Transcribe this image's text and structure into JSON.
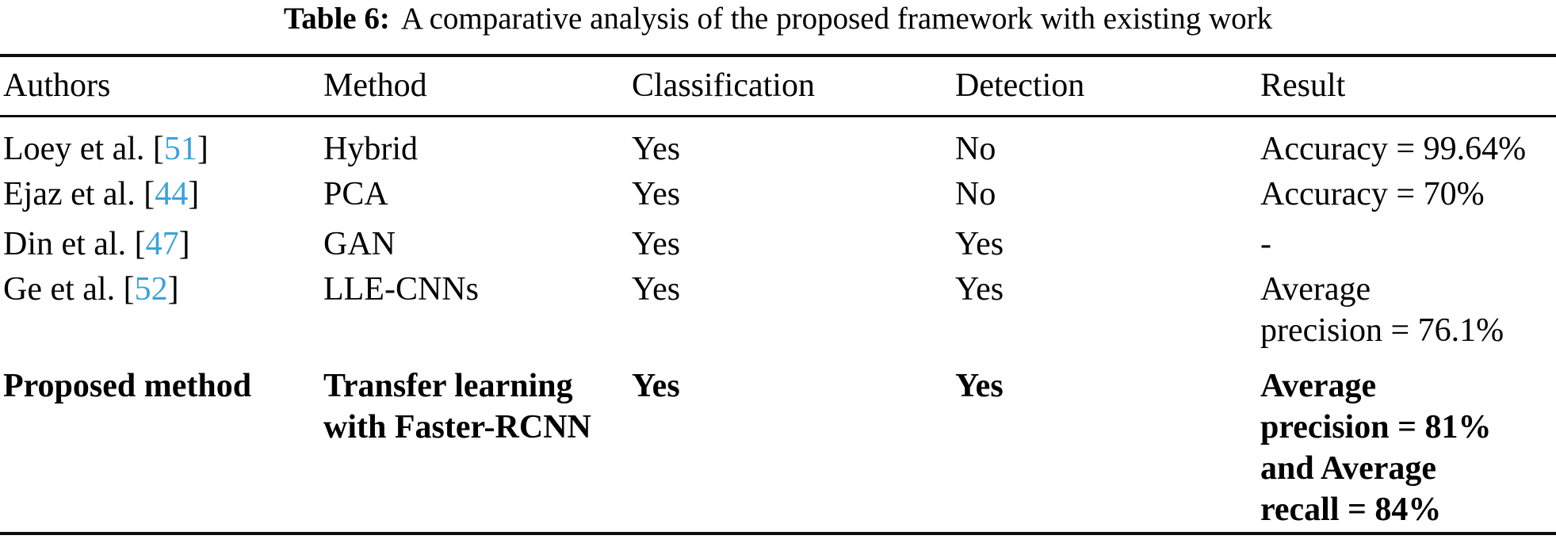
{
  "caption": {
    "label": "Table 6:",
    "text": "A comparative analysis of the proposed framework with existing work"
  },
  "colors": {
    "citation": "#3BA2DB",
    "text": "#000000",
    "rule": "#0d0d0d"
  },
  "table": {
    "columns": [
      "Authors",
      "Method",
      "Classification",
      "Detection",
      "Result"
    ],
    "rows": [
      {
        "bold": false,
        "authors": "Loey et al.",
        "citation": "51",
        "method": [
          "Hybrid"
        ],
        "classification": "Yes",
        "detection": "No",
        "result": [
          "Accuracy = 99.64%"
        ]
      },
      {
        "bold": false,
        "authors": "Ejaz et al.",
        "citation": "44",
        "method": [
          "PCA"
        ],
        "classification": "Yes",
        "detection": "No",
        "result": [
          "Accuracy = 70%"
        ]
      },
      {
        "bold": false,
        "authors": "Din et al.",
        "citation": "47",
        "method": [
          "GAN"
        ],
        "classification": "Yes",
        "detection": "Yes",
        "result": [
          "-"
        ]
      },
      {
        "bold": false,
        "authors": "Ge et al.",
        "citation": "52",
        "method": [
          "LLE-CNNs"
        ],
        "classification": "Yes",
        "detection": "Yes",
        "result": [
          "Average",
          "precision = 76.1%"
        ]
      },
      {
        "bold": true,
        "authors": "Proposed method",
        "citation": null,
        "method": [
          "Transfer learning",
          "with Faster-RCNN"
        ],
        "classification": "Yes",
        "detection": "Yes",
        "result": [
          "Average",
          "precision = 81%",
          "and Average",
          "recall = 84%"
        ]
      }
    ]
  }
}
